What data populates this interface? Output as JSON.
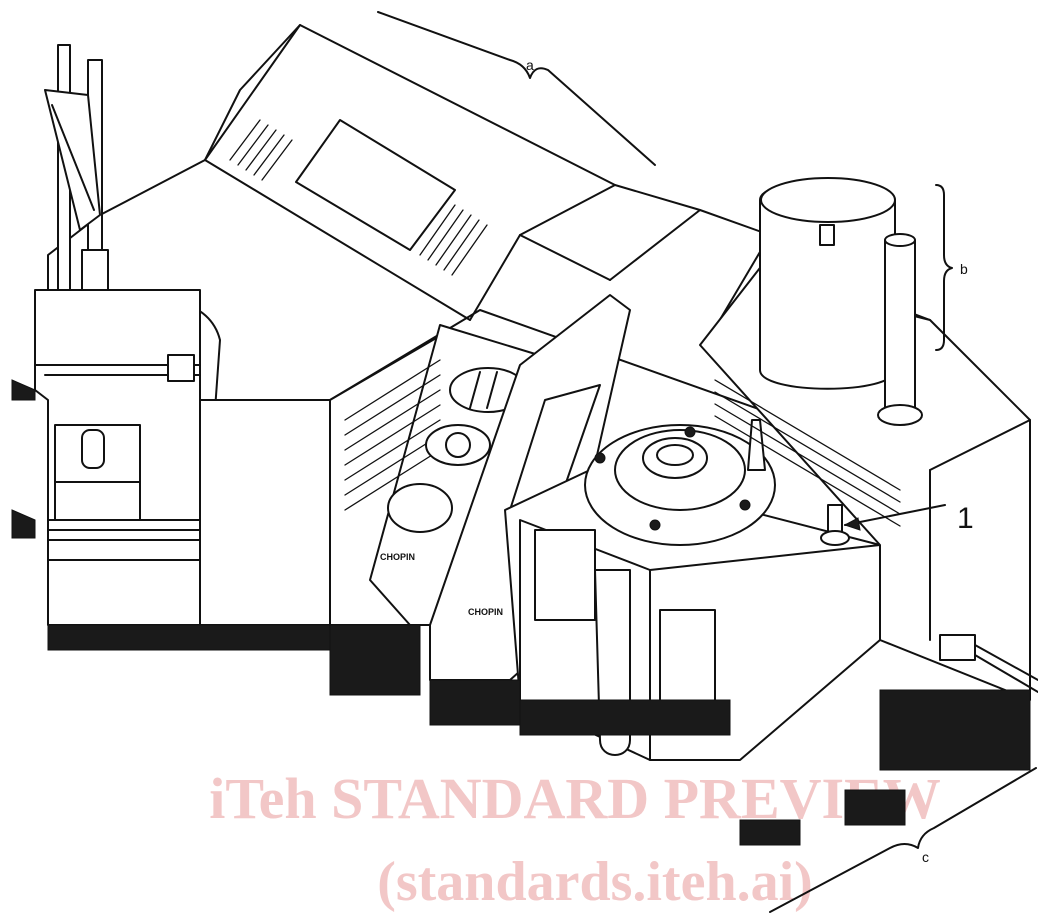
{
  "labels": {
    "a": "a",
    "b": "b",
    "c": "c",
    "one": "1"
  },
  "brand_text": "CHOPIN",
  "watermark": {
    "line1": "iTeh STANDARD PREVIEW",
    "line2": "(standards.iteh.ai)"
  },
  "colors": {
    "line": "#111111",
    "watermark": "#f2c7c7",
    "background": "#ffffff"
  }
}
